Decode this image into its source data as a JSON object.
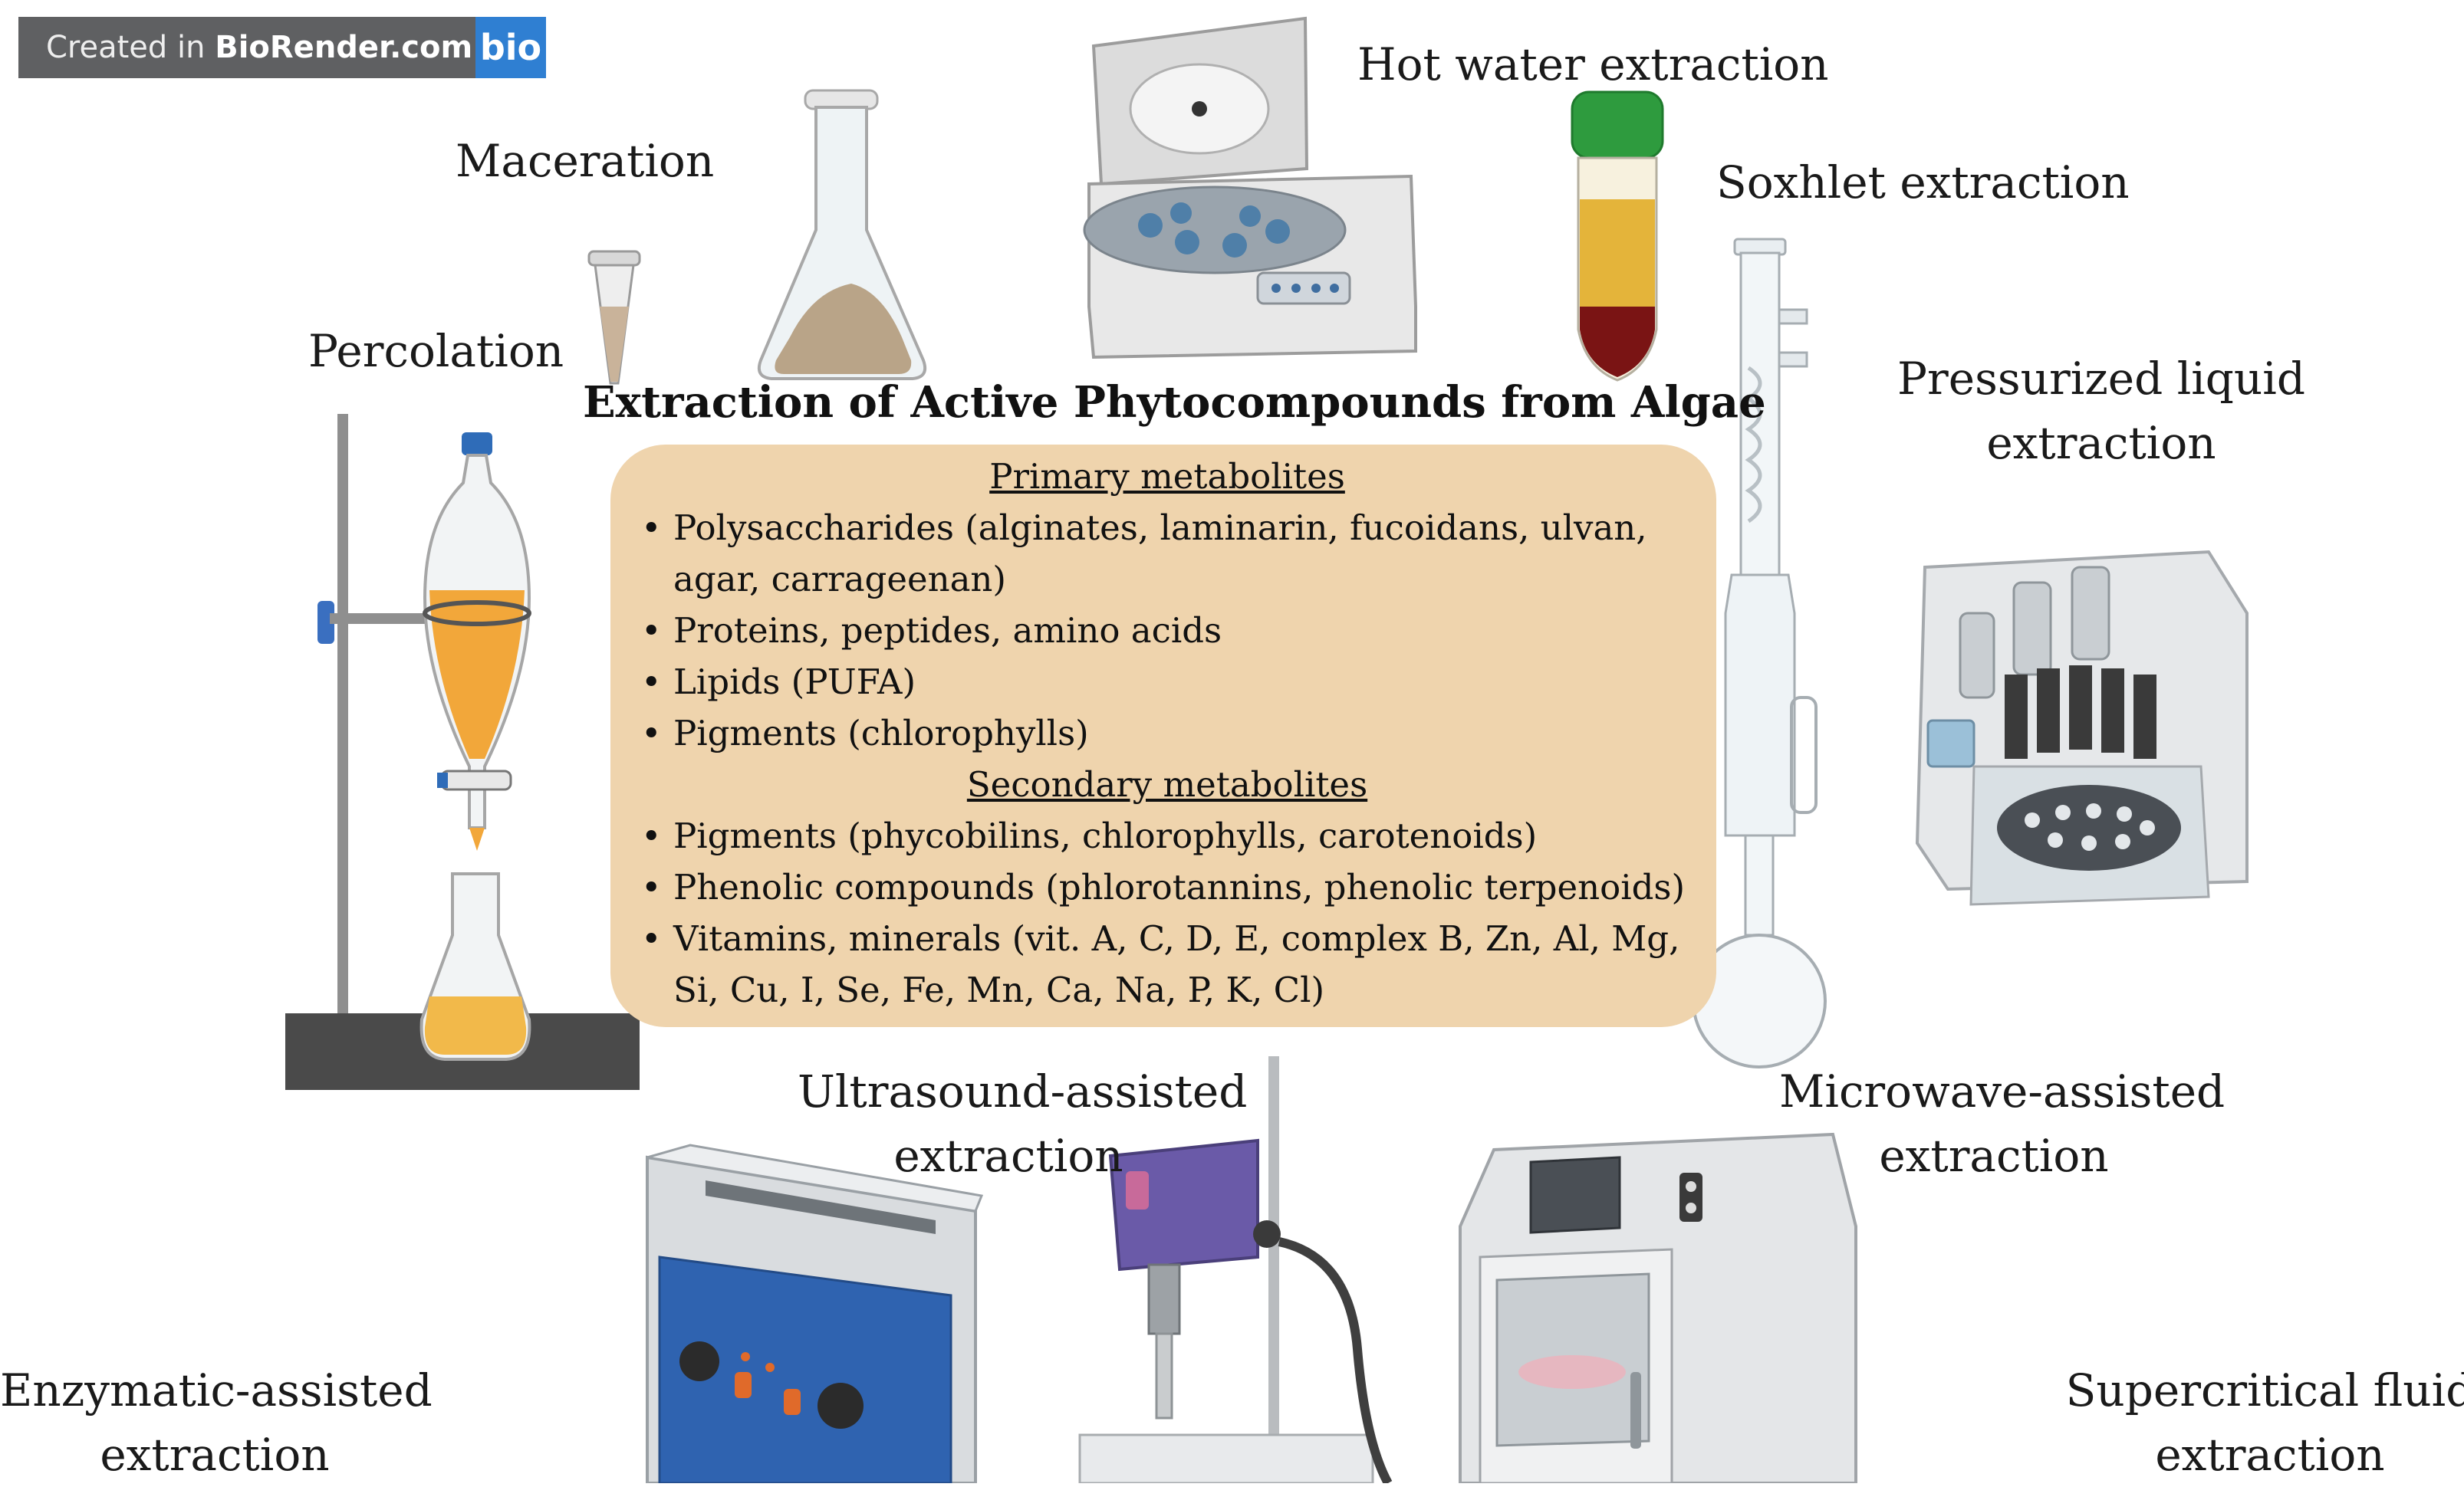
{
  "badge": {
    "prefix": "Created in ",
    "brand": "BioRender.com",
    "logo": "bio"
  },
  "title": "Extraction of Active Phytocompounds from Algae",
  "primary": {
    "heading": "Primary metabolites",
    "items": [
      "Polysaccharides (alginates, laminarin, fucoidans, ulvan, agar, carrageenan)",
      "Proteins, peptides, amino acids",
      "Lipids (PUFA)",
      "Pigments  (chlorophylls)"
    ]
  },
  "secondary": {
    "heading": "Secondary metabolites",
    "items": [
      "Pigments (phycobilins, chlorophylls, carotenoids)",
      "Phenolic compounds (phlorotannins, phenolic terpenoids)",
      "Vitamins, minerals (vit. A, C, D, E, complex B, Zn, Al, Mg, Si, Cu, I, Se, Fe, Mn, Ca, Na, P, K, Cl)"
    ]
  },
  "methods": {
    "hot_water": "Hot water extraction",
    "maceration": "Maceration",
    "soxhlet": "Soxhlet extraction",
    "percolation": "Percolation",
    "pressurized": [
      "Pressurized liquid",
      "extraction"
    ],
    "ultrasound": [
      "Ultrasound-assisted",
      "extraction"
    ],
    "microwave": [
      "Microwave-assisted",
      "extraction"
    ],
    "enzymatic": [
      "Enzymatic-assisted",
      "extraction"
    ],
    "supercritical": [
      "Supercritical fluid",
      "extraction"
    ]
  },
  "colors": {
    "panel": "#efd4ad",
    "badge": "#5f6062",
    "badge_logo": "#2f7fd2",
    "orange_liquid": "#f2a73a",
    "bath_blue": "#2f63b0",
    "tube_cap": "#2e9b3e"
  }
}
